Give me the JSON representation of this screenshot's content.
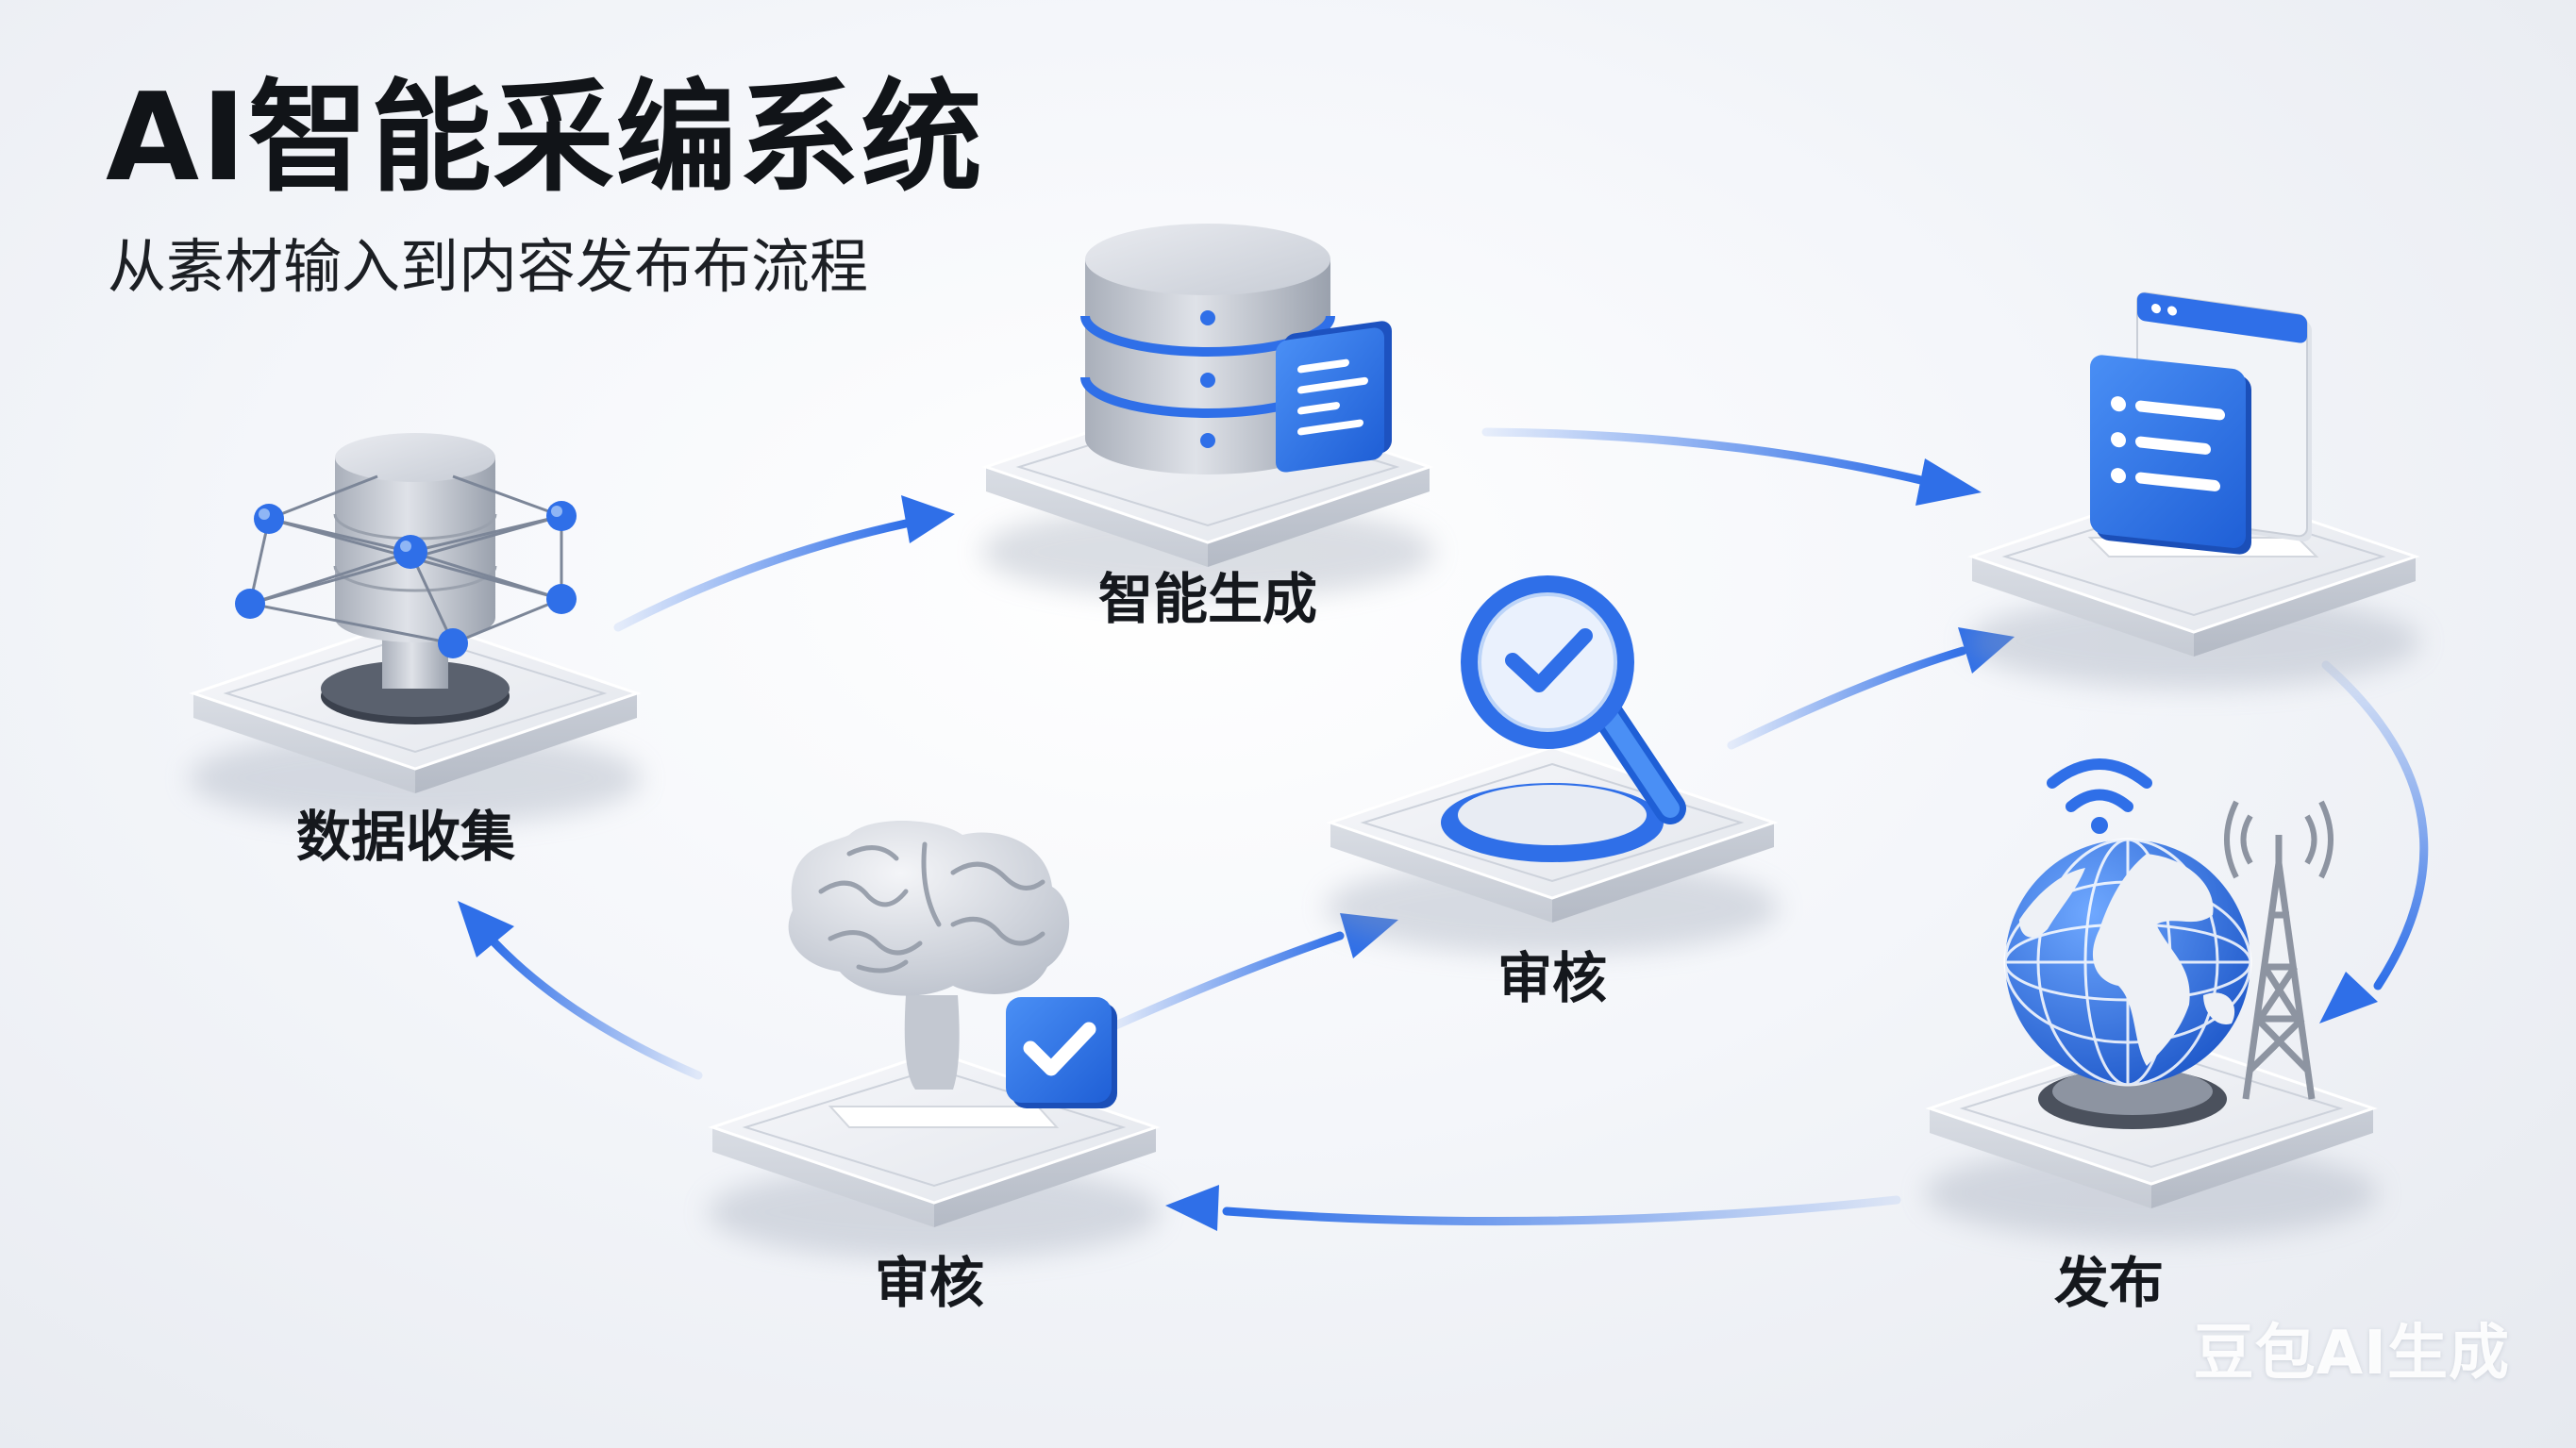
{
  "header": {
    "title": "AI智能采编系统",
    "subtitle": "从素材输入到内容发布布流程"
  },
  "nodes": {
    "data_collection": {
      "label": "数据收集",
      "icon": "database-network-icon"
    },
    "generation": {
      "label": "智能生成",
      "icon": "server-document-icon"
    },
    "editing": {
      "label": "",
      "icon": "document-window-icon"
    },
    "review_center": {
      "label": "审核",
      "icon": "magnifier-check-icon"
    },
    "review_ai": {
      "label": "审核",
      "icon": "brain-check-icon"
    },
    "publish": {
      "label": "发布",
      "icon": "globe-broadcast-icon"
    }
  },
  "watermark": "豆包AI生成",
  "colors": {
    "accent": "#2f6fe8",
    "accent_light": "#8fb6f5",
    "platform": "#e4e7ee",
    "cylinder": "#c3c8d1",
    "text": "#15181d"
  }
}
